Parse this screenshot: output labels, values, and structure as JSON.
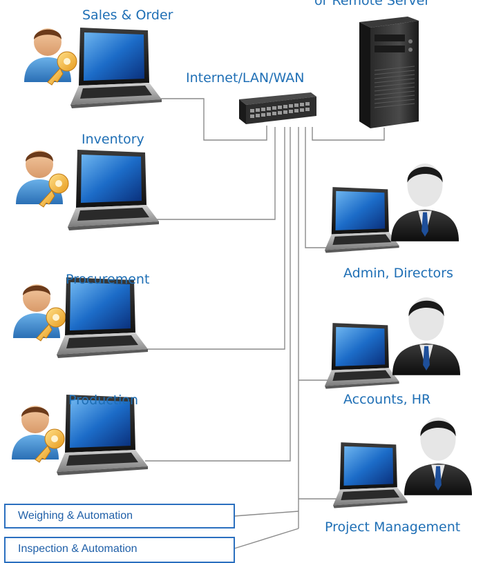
{
  "network": {
    "label": "Internet/LAN/WAN",
    "server_label": "or Remote Server"
  },
  "clients": [
    {
      "label": "Sales & Order"
    },
    {
      "label": "Inventory"
    },
    {
      "label": "Procurement"
    },
    {
      "label": "Production"
    }
  ],
  "staff": [
    {
      "label": "Admin, Directors"
    },
    {
      "label": "Accounts, HR"
    },
    {
      "label": "Project Management"
    }
  ],
  "systems": [
    {
      "label": "Weighing & Automation"
    },
    {
      "label": "Inspection & Automation"
    }
  ],
  "colors": {
    "label": "#1f6fb5",
    "wire": "#8a8a8a",
    "box_border": "#2a6fbf"
  }
}
